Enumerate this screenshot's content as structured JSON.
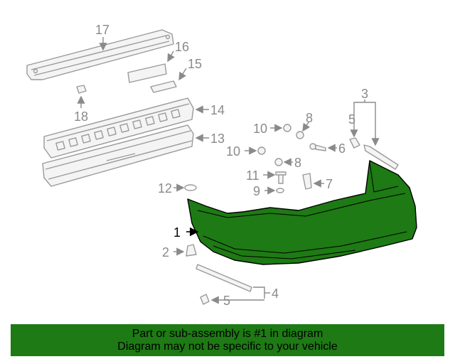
{
  "callouts": {
    "c1": "1",
    "c2": "2",
    "c3": "3",
    "c4": "4",
    "c5a": "5",
    "c5b": "5",
    "c6": "6",
    "c7": "7",
    "c8a": "8",
    "c8b": "8",
    "c9": "9",
    "c10a": "10",
    "c10b": "10",
    "c11": "11",
    "c12": "12",
    "c13": "13",
    "c14": "14",
    "c15": "15",
    "c16": "16",
    "c17": "17",
    "c18": "18"
  },
  "highlight_color": "#1e7a14",
  "banner": {
    "line1": "Part or sub-assembly is #1 in diagram",
    "line2": "Diagram may not be specific to your vehicle"
  }
}
